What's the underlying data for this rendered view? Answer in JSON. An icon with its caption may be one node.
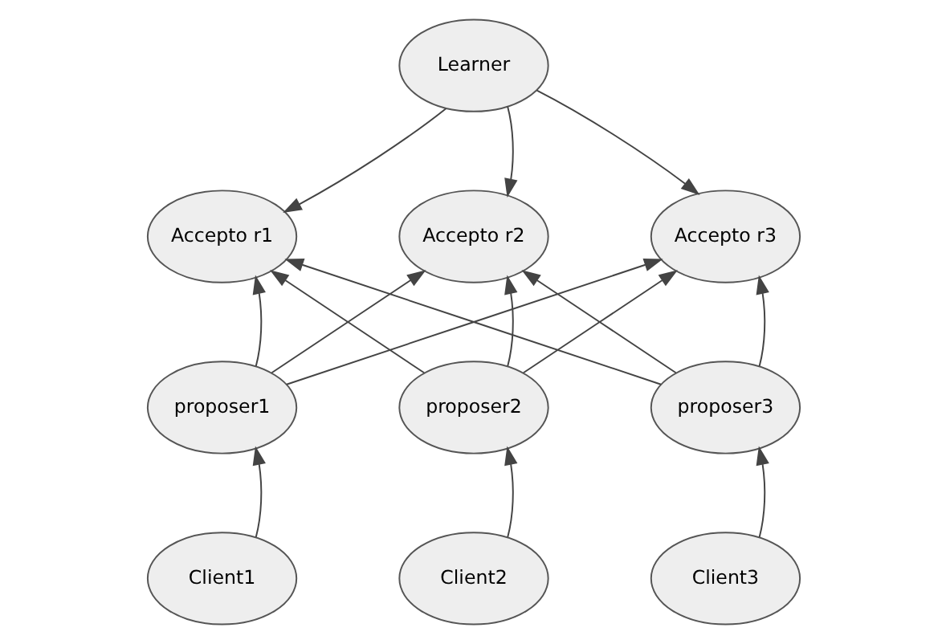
{
  "diagram": {
    "nodes": [
      {
        "text": [
          "Learner"
        ]
      },
      {
        "text": [
          "Accepto r1"
        ]
      },
      {
        "text": [
          "Accepto r2"
        ]
      },
      {
        "text": [
          "Accepto r3"
        ]
      },
      {
        "text": [
          "proposer1"
        ]
      },
      {
        "text": [
          "proposer2"
        ]
      },
      {
        "text": [
          "proposer3"
        ]
      },
      {
        "text": [
          "Client1"
        ]
      },
      {
        "text": [
          "Client2"
        ]
      },
      {
        "text": [
          "Client3"
        ]
      }
    ],
    "edges": [
      {
        "from": 0,
        "to": 1,
        "arrow": "to"
      },
      {
        "from": 0,
        "to": 2,
        "arrow": "to"
      },
      {
        "from": 0,
        "to": 3,
        "arrow": "to"
      },
      {
        "from": 4,
        "to": 1,
        "arrow": "to"
      },
      {
        "from": 4,
        "to": 2,
        "arrow": "to"
      },
      {
        "from": 4,
        "to": 3,
        "arrow": "to"
      },
      {
        "from": 5,
        "to": 1,
        "arrow": "to"
      },
      {
        "from": 5,
        "to": 2,
        "arrow": "to"
      },
      {
        "from": 5,
        "to": 3,
        "arrow": "to"
      },
      {
        "from": 6,
        "to": 1,
        "arrow": "to"
      },
      {
        "from": 6,
        "to": 2,
        "arrow": "to"
      },
      {
        "from": 6,
        "to": 3,
        "arrow": "to"
      },
      {
        "from": 7,
        "to": 4,
        "arrow": "to"
      },
      {
        "from": 8,
        "to": 5,
        "arrow": "to"
      },
      {
        "from": 9,
        "to": 6,
        "arrow": "to"
      }
    ]
  }
}
